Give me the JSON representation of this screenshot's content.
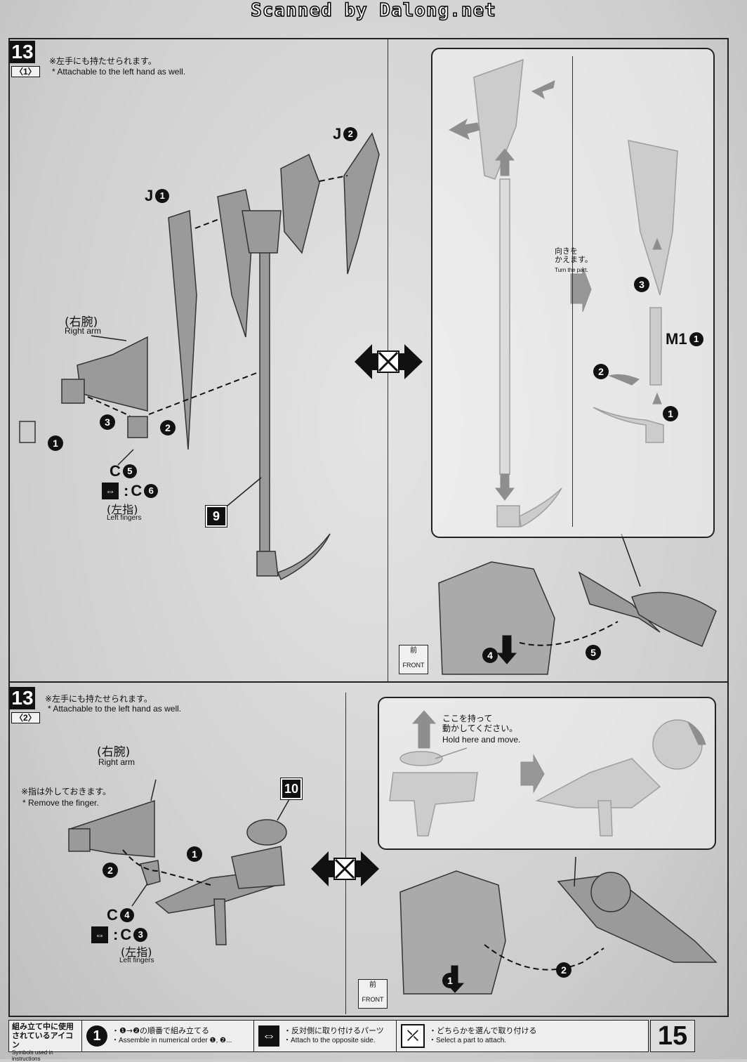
{
  "banner": "Scanned by Dalong.net",
  "page_number": "15",
  "step1": {
    "badge": "13",
    "substep": "〈1〉",
    "note_jp": "※左手にも持たせられます。",
    "note_en": "* Attachable to the left hand as well.",
    "right_arm_jp": "(右腕)",
    "right_arm_en": "Right arm",
    "left_fingers_jp": "(左指)",
    "left_fingers_en": "Left fingers",
    "part_c5": "C",
    "part_c5_num": "5",
    "part_c6": "C",
    "part_c6_num": "6",
    "part_j1": "J",
    "part_j1_num": "1",
    "part_j2": "J",
    "part_j2_num": "2",
    "part_m1": "M1",
    "part_m1_num": "1",
    "part_9": "9",
    "turn_jp": "向きを\nかえます。",
    "turn_en": "Turn the part.",
    "front_jp": "前",
    "front_en": "FRONT",
    "steps": [
      "1",
      "2",
      "3",
      "4",
      "5"
    ]
  },
  "step2": {
    "badge": "13",
    "substep": "〈2〉",
    "note_jp": "※左手にも持たせられます。",
    "note_en": "* Attachable to the left hand as well.",
    "right_arm_jp": "(右腕)",
    "right_arm_en": "Right arm",
    "remove_jp": "※指は外しておきます。",
    "remove_en": "* Remove the finger.",
    "left_fingers_jp": "(左指)",
    "left_fingers_en": "Left fingers",
    "part_c4": "C",
    "part_c4_num": "4",
    "part_c3": "C",
    "part_c3_num": "3",
    "part_10": "10",
    "hold_jp": "ここを持って\n動かしてください。",
    "hold_en": "Hold here and move.",
    "front_jp": "前",
    "front_en": "FRONT",
    "steps": [
      "1",
      "2"
    ]
  },
  "legend": {
    "title_jp": "組み立て中に使用されているアイコン",
    "title_en": "Symbols used in instructions",
    "items": [
      {
        "icon": "numbered-order-icon",
        "jp": "・❶→❷の順番で組み立てる",
        "en": "・Assemble in numerical order ❶, ❷..."
      },
      {
        "icon": "opposite-side-icon",
        "jp": "・反対側に取り付けるパーツ",
        "en": "・Attach to the opposite side."
      },
      {
        "icon": "select-part-icon",
        "jp": "・どちらかを選んで取り付ける",
        "en": "・Select a part to attach."
      }
    ]
  }
}
